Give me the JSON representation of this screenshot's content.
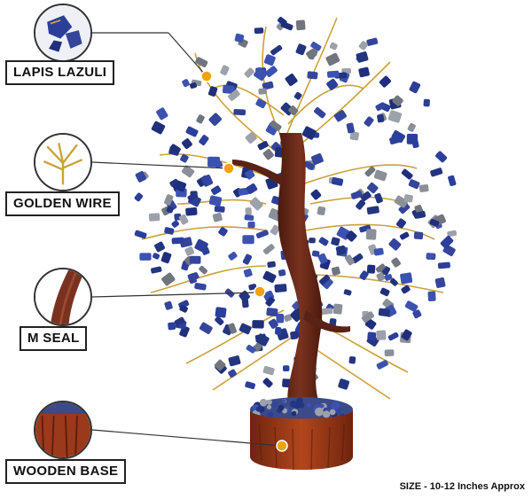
{
  "callouts": [
    {
      "id": "lapis",
      "label": "LAPIS LAZULI",
      "thumb_icon": "lapis-stone-icon"
    },
    {
      "id": "wire",
      "label": "GOLDEN WIRE",
      "thumb_icon": "golden-wire-icon"
    },
    {
      "id": "seal",
      "label": "M SEAL",
      "thumb_icon": "m-seal-trunk-icon"
    },
    {
      "id": "base",
      "label": "WOODEN BASE",
      "thumb_icon": "wooden-base-icon"
    }
  ],
  "size_note": "SIZE - 10-12 Inches Approx",
  "colors": {
    "lapis_blue": "#2b3f9a",
    "lapis_gray": "#8a8f98",
    "gold": "#c9a23a",
    "trunk_brown": "#6b2a18",
    "base_brown": "#9a3a1a",
    "dot_orange": "#f2a20c"
  }
}
